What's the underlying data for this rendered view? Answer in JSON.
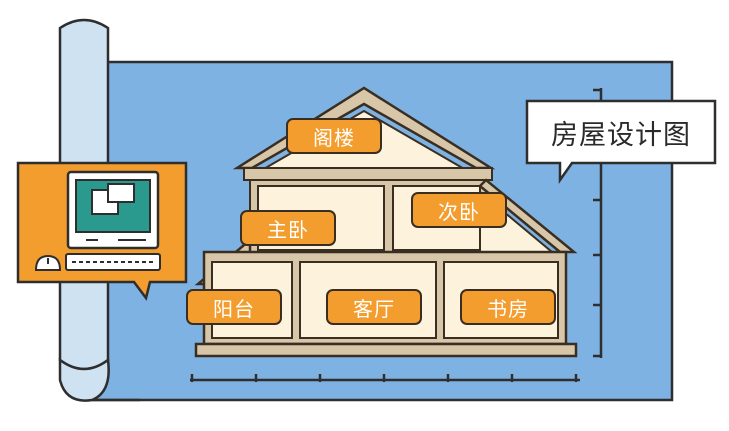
{
  "title": "房屋设计图",
  "rooms": {
    "attic": "阁楼",
    "master_bedroom": "主卧",
    "second_bedroom": "次卧",
    "balcony": "阳台",
    "living_room": "客厅",
    "study": "书房"
  },
  "colors": {
    "blueprint": "#7eb2e2",
    "roll": "#cfe2f2",
    "house_wall": "#fdf3dc",
    "roof_frame": "#d8c6a8",
    "label": "#f39d2e",
    "computer_card": "#f39d2e",
    "outline": "#3a2e22"
  },
  "icons": [
    "computer-icon",
    "speech-bubble-icon",
    "ruler-icon"
  ]
}
